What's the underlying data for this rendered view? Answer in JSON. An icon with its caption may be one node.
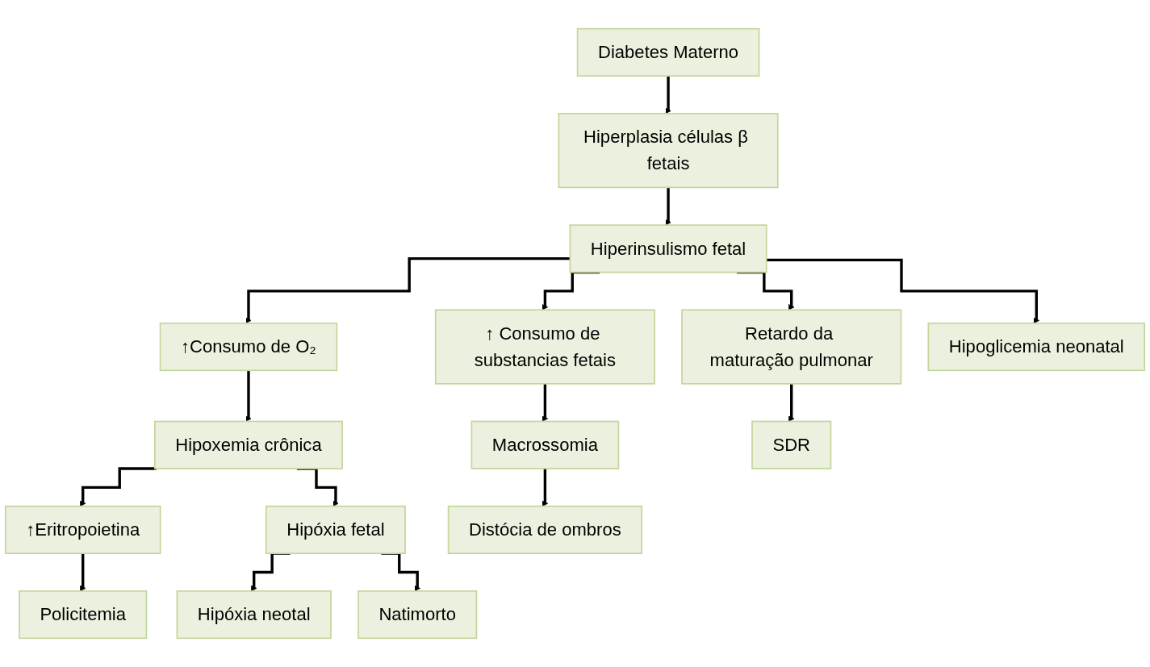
{
  "diagram": {
    "nodes": [
      {
        "text": [
          "Diabetes Materno"
        ]
      },
      {
        "text": [
          "Hiperplasia células β fetais"
        ]
      },
      {
        "text": [
          "Hiperinsulismo fetal"
        ]
      },
      {
        "text": [
          "↑Consumo de O₂"
        ]
      },
      {
        "text": [
          "↑ Consumo de substancias fetais"
        ]
      },
      {
        "text": [
          "Retardo da maturação pulmonar"
        ]
      },
      {
        "text": [
          "Hipoxemia crônica"
        ]
      },
      {
        "text": [
          "↑Eritropoietina"
        ]
      },
      {
        "text": [
          "Hipóxia fetal"
        ]
      },
      {
        "text": [
          "Policitemia"
        ]
      },
      {
        "text": [
          "Hipóxia neotal"
        ]
      },
      {
        "text": [
          "Natimorto"
        ]
      },
      {
        "text": [
          "Macrossomia"
        ]
      },
      {
        "text": [
          "Distócia de ombros"
        ]
      },
      {
        "text": [
          "SDR"
        ]
      },
      {
        "text": [
          "Hipoglicemia neonatal"
        ]
      }
    ],
    "edges": [
      {
        "from": 0,
        "to": 1,
        "arrow": "to"
      },
      {
        "from": 1,
        "to": 2,
        "arrow": "to"
      },
      {
        "from": 2,
        "to": 3,
        "arrow": "to"
      },
      {
        "from": 2,
        "to": 4,
        "arrow": "to"
      },
      {
        "from": 2,
        "to": 5,
        "arrow": "to"
      },
      {
        "from": 2,
        "to": 15,
        "arrow": "to"
      },
      {
        "from": 3,
        "to": 6,
        "arrow": "to"
      },
      {
        "from": 6,
        "to": 7,
        "arrow": "to"
      },
      {
        "from": 6,
        "to": 8,
        "arrow": "to"
      },
      {
        "from": 7,
        "to": 9,
        "arrow": "to"
      },
      {
        "from": 8,
        "to": 10,
        "arrow": "to"
      },
      {
        "from": 8,
        "to": 11,
        "arrow": "to"
      },
      {
        "from": 4,
        "to": 12,
        "arrow": "to"
      },
      {
        "from": 12,
        "to": 13,
        "arrow": "to"
      },
      {
        "from": 5,
        "to": 14,
        "arrow": "to"
      }
    ]
  }
}
